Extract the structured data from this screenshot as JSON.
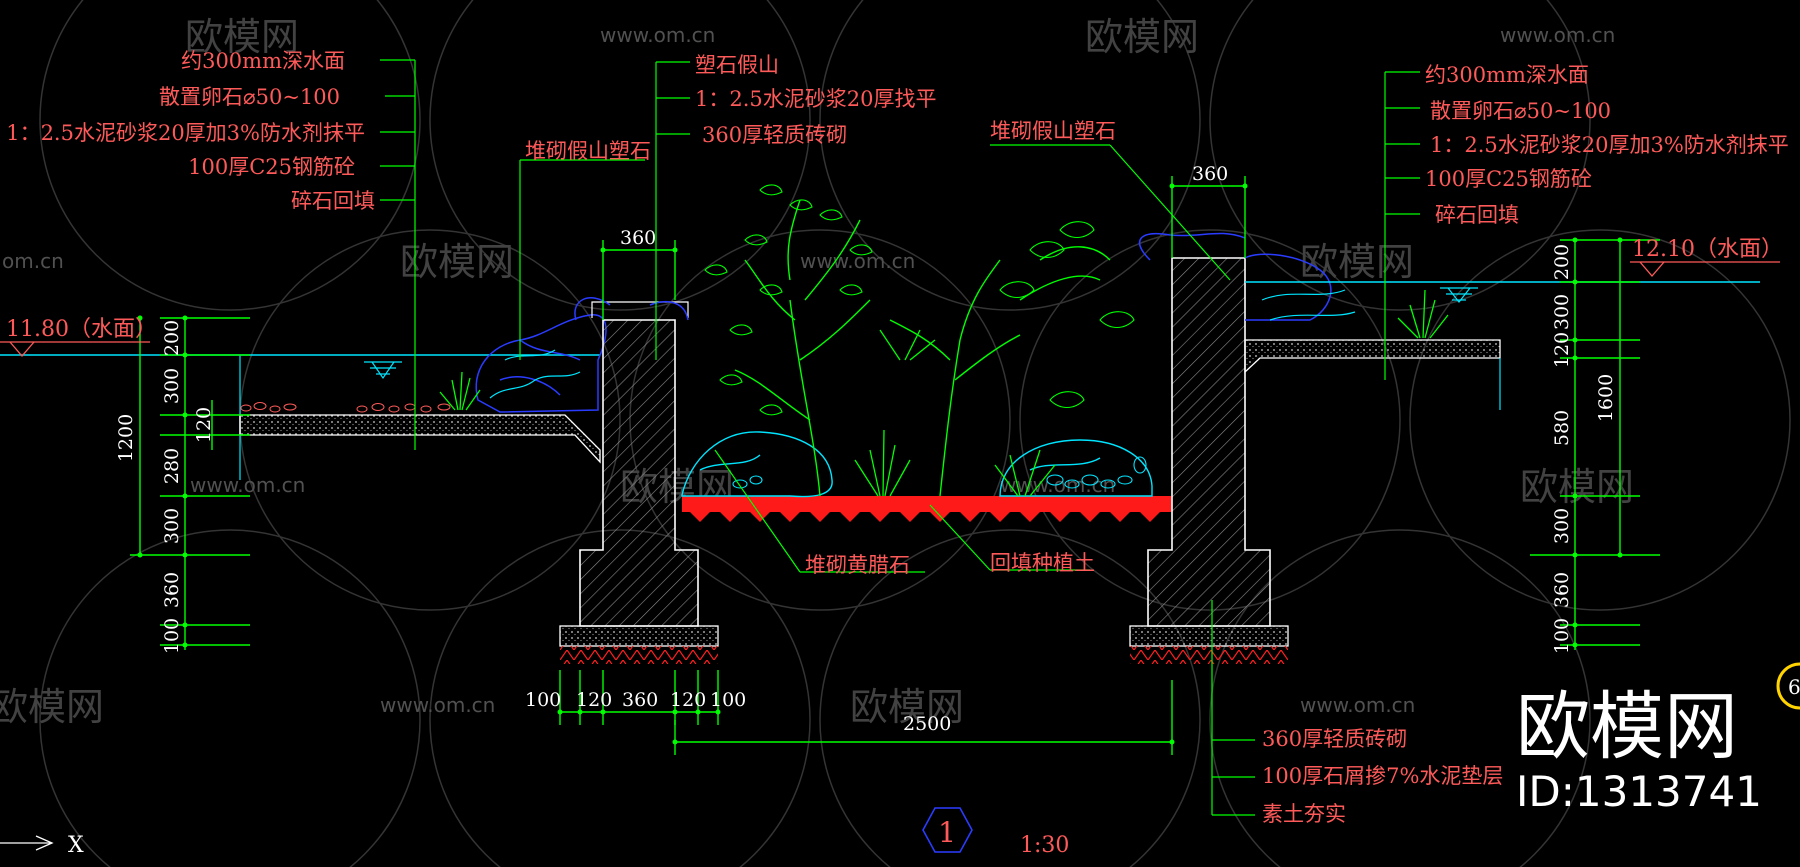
{
  "colors": {
    "background": "#000000",
    "annotation": "#ff5a5a",
    "dimension": "#00ff00",
    "leader": "#00ff00",
    "outline": "#ffffff",
    "water": "#00e5ff",
    "rock": "#2a3cff",
    "red_hatch": "#ff2020",
    "watermark": "#505050"
  },
  "watermark": {
    "site": "www.om.cn",
    "brand": "欧模网",
    "partial": "om.cn",
    "partial_brand": "欧模网"
  },
  "logo": {
    "brand": "欧模网",
    "id": "ID:1313741"
  },
  "left": {
    "layers": [
      "约300mm深水面",
      "散置卵石⌀50~100",
      "1：2.5水泥砂浆20厚加3%防水剂抹平",
      "100厚C25钢筋砼",
      "碎石回填"
    ],
    "rock_label": "堆砌假山塑石",
    "water_level": "11.80（水面）",
    "dims_outer": [
      "200",
      "300",
      "280",
      "300",
      "360",
      "100"
    ],
    "dim_inner": "120",
    "dim_total": "1200"
  },
  "center": {
    "layers": [
      "塑石假山",
      "1：2.5水泥砂浆20厚找平",
      "360厚轻质砖砌"
    ],
    "wall_width_left": "360",
    "wall_width_right": "360",
    "rock_label_right": "堆砌假山塑石",
    "yellow_stone": "堆砌黄腊石",
    "backfill": "回填种植土",
    "footing_dims": [
      "100",
      "120",
      "360",
      "120",
      "100"
    ],
    "span": "2500",
    "base_layers": [
      "360厚轻质砖砌",
      "100厚石屑掺7%水泥垫层",
      "素土夯实"
    ],
    "section_number": "1",
    "scale": "1:30"
  },
  "right": {
    "layers": [
      "约300mm深水面",
      "散置卵石⌀50~100",
      "1：2.5水泥砂浆20厚加3%防水剂抹平",
      "100厚C25钢筋砼",
      "碎石回填"
    ],
    "water_level": "12.10（水面）",
    "dims_outer": [
      "200",
      "300",
      "120",
      "580",
      "300",
      "360",
      "100"
    ],
    "dim_total": "1600"
  },
  "ucs": {
    "axis_x": "X"
  },
  "badge": {
    "partial": "6"
  }
}
